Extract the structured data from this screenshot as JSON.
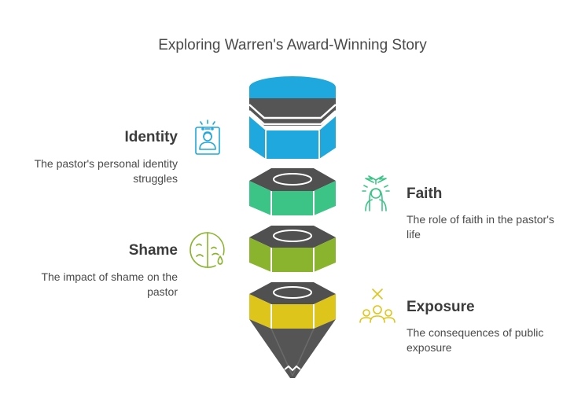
{
  "title": "Exploring Warren's Award-Winning Story",
  "items": [
    {
      "label": "Identity",
      "desc": "The pastor's personal identity struggles",
      "icon": "id-badge-person-icon",
      "color": "#1ea8dd"
    },
    {
      "label": "Faith",
      "desc": "The role of faith in the pastor's life",
      "icon": "praying-figure-dove-icon",
      "color": "#3cc487"
    },
    {
      "label": "Shame",
      "desc": "The impact of shame on the pastor",
      "icon": "sad-face-tear-icon",
      "color": "#8ab42e"
    },
    {
      "label": "Exposure",
      "desc": "The consequences of public exposure",
      "icon": "group-people-cross-icon",
      "color": "#ddc51c"
    }
  ]
}
